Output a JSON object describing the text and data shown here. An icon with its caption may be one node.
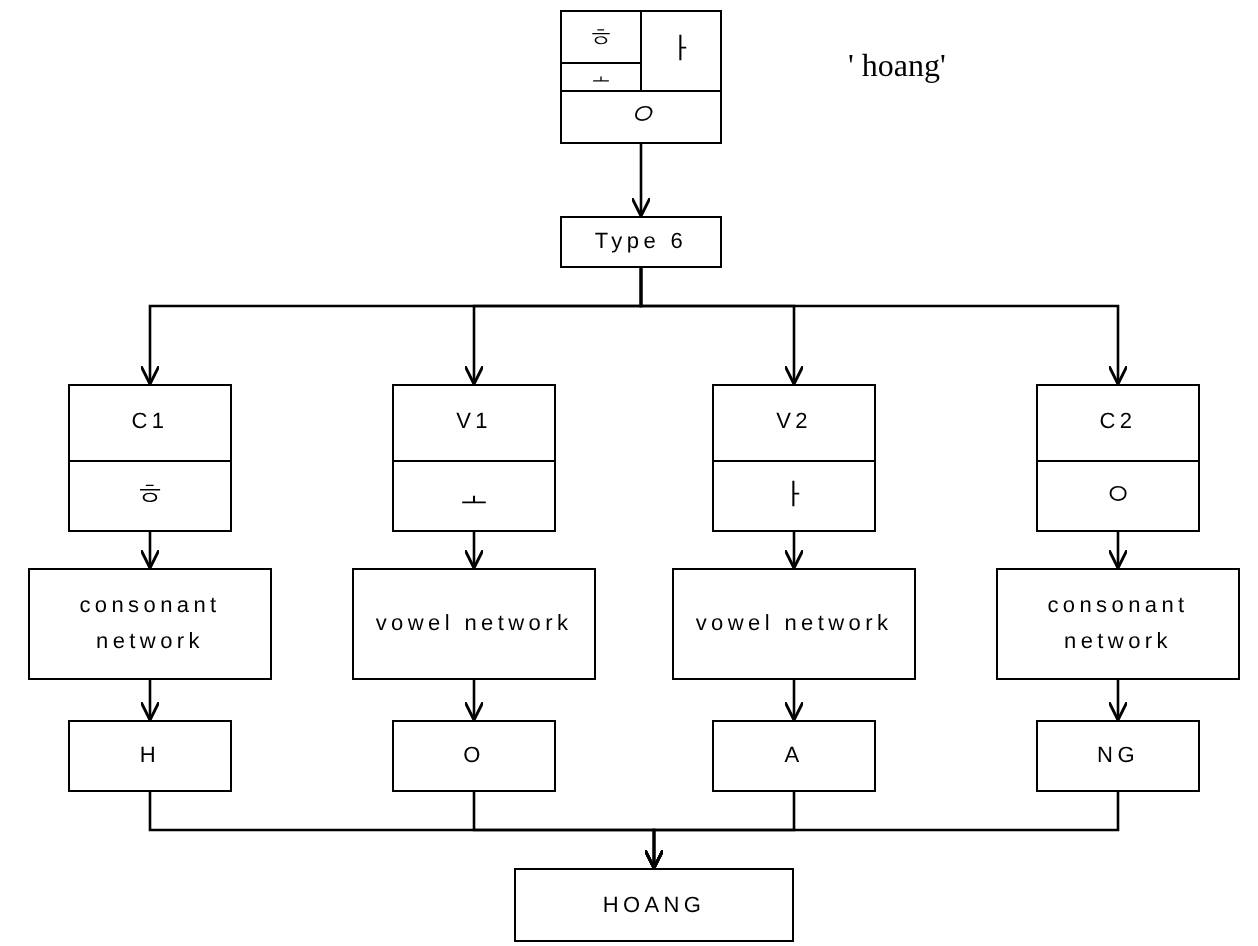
{
  "diagram": {
    "nodes": [
      {
        "text": [
          "ㅎ",
          "ㅗ",
          "ㅏ",
          "ㅇ"
        ]
      },
      {
        "text": [
          "Type 6"
        ]
      },
      {
        "text": [
          "C1",
          "ㅎ"
        ]
      },
      {
        "text": [
          "V1",
          "ㅗ"
        ]
      },
      {
        "text": [
          "V2",
          "ㅏ"
        ]
      },
      {
        "text": [
          "C2",
          "ㅇ"
        ]
      },
      {
        "text": [
          "consonant network"
        ]
      },
      {
        "text": [
          "vowel network"
        ]
      },
      {
        "text": [
          "vowel network"
        ]
      },
      {
        "text": [
          "consonant network"
        ]
      },
      {
        "text": [
          "H"
        ]
      },
      {
        "text": [
          "O"
        ]
      },
      {
        "text": [
          "A"
        ]
      },
      {
        "text": [
          "NG"
        ]
      },
      {
        "text": [
          "HOANG"
        ]
      }
    ],
    "edges": [
      {
        "from": 0,
        "to": 1,
        "arrow": "to"
      },
      {
        "from": 1,
        "to": 2,
        "arrow": "to"
      },
      {
        "from": 1,
        "to": 3,
        "arrow": "to"
      },
      {
        "from": 1,
        "to": 4,
        "arrow": "to"
      },
      {
        "from": 1,
        "to": 5,
        "arrow": "to"
      },
      {
        "from": 2,
        "to": 6,
        "arrow": "to"
      },
      {
        "from": 3,
        "to": 7,
        "arrow": "to"
      },
      {
        "from": 4,
        "to": 8,
        "arrow": "to"
      },
      {
        "from": 5,
        "to": 9,
        "arrow": "to"
      },
      {
        "from": 6,
        "to": 10,
        "arrow": "to"
      },
      {
        "from": 7,
        "to": 11,
        "arrow": "to"
      },
      {
        "from": 8,
        "to": 12,
        "arrow": "to"
      },
      {
        "from": 9,
        "to": 13,
        "arrow": "to"
      },
      {
        "from": 10,
        "to": 14,
        "arrow": "to"
      },
      {
        "from": 11,
        "to": 14,
        "arrow": "to"
      },
      {
        "from": 12,
        "to": 14,
        "arrow": "to"
      },
      {
        "from": 13,
        "to": 14,
        "arrow": "to"
      }
    ],
    "labels": [
      "' hoang'"
    ]
  }
}
